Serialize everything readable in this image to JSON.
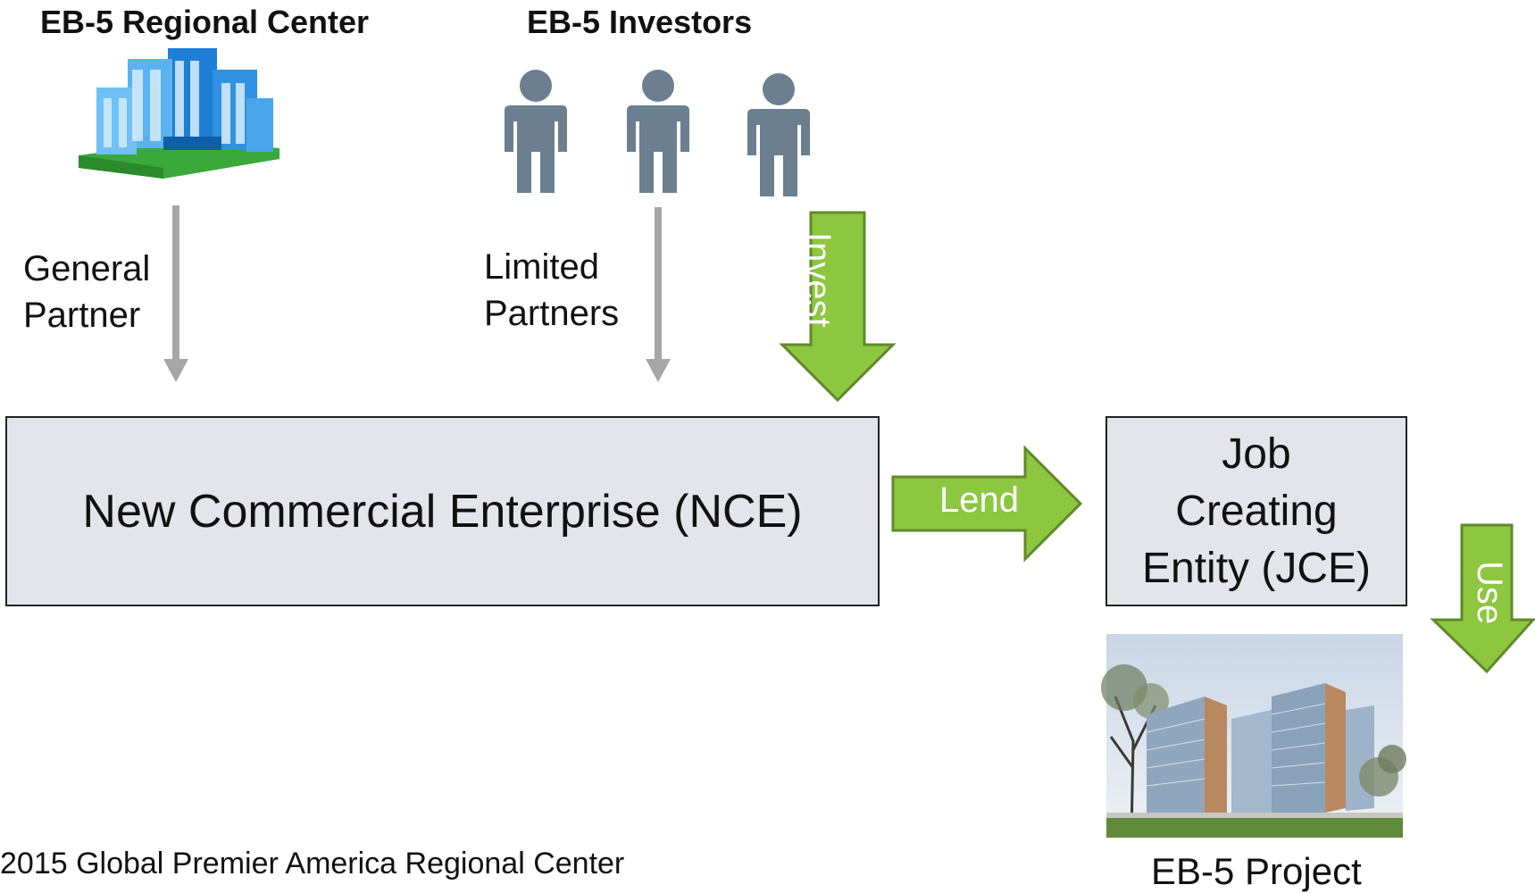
{
  "regional_center": {
    "title": "EB-5 Regional Center",
    "role_line1": "General",
    "role_line2": "Partner"
  },
  "investors": {
    "title": "EB-5 Investors",
    "count": 3,
    "role_line1": "Limited",
    "role_line2": "Partners"
  },
  "nce": {
    "label": "New Commercial Enterprise (NCE)"
  },
  "jce": {
    "line1": "Job",
    "line2": "Creating",
    "line3": "Entity (JCE)"
  },
  "arrows": {
    "invest": "Invest",
    "lend": "Lend",
    "use": "Use"
  },
  "project": {
    "caption": "EB-5 Project"
  },
  "footer": {
    "text": "2015 Global Premier America Regional Center"
  },
  "colors": {
    "green_arrow": "#8dc63f",
    "gray_arrow": "#a6a6a6",
    "person": "#6b7f91",
    "box_fill": "#e3e5ea"
  }
}
